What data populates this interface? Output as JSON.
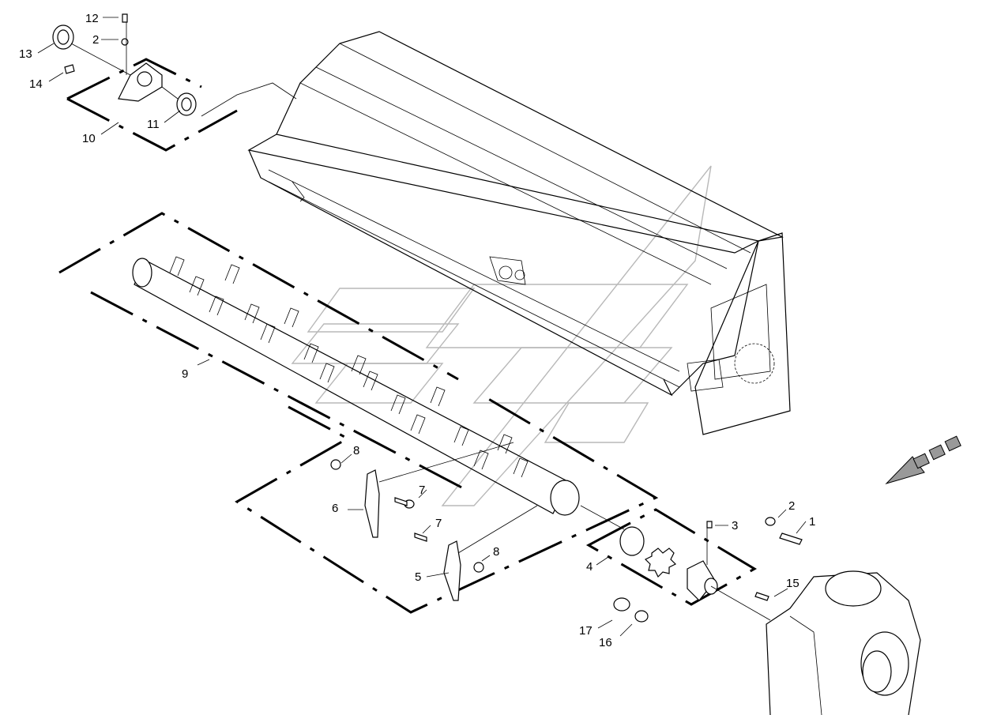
{
  "labels": {
    "p1": "1",
    "p2a": "2",
    "p2b": "2",
    "p3": "3",
    "p4": "4",
    "p5": "5",
    "p6": "6",
    "p7a": "7",
    "p7b": "7",
    "p8a": "8",
    "p8b": "8",
    "p9": "9",
    "p10": "10",
    "p11": "11",
    "p12": "12",
    "p13": "13",
    "p14": "14",
    "p15": "15",
    "p16": "16",
    "p17": "17"
  },
  "colors": {
    "line": "#000000",
    "watermark": "#b8b8b8",
    "arrow": "#888888"
  },
  "icons": {
    "direction": "forward-arrow-icon"
  }
}
